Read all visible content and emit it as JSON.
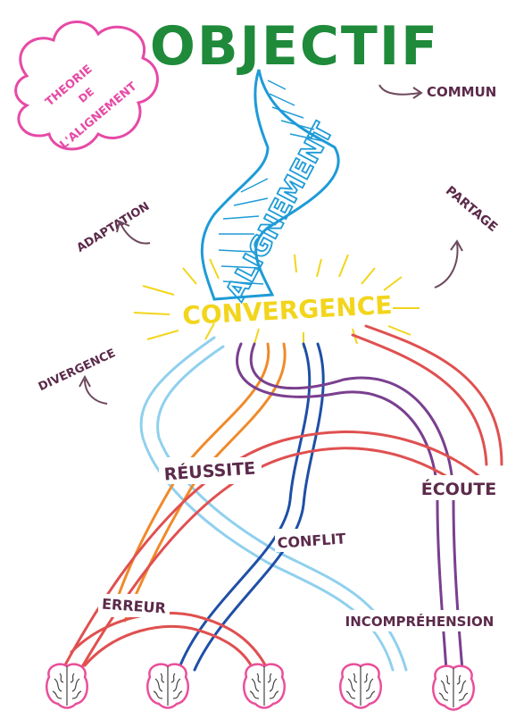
{
  "title": "OBJECTIF",
  "cloud_text": [
    "THEORIE",
    "DE",
    "L'ALIGNEMENT"
  ],
  "spine_text": "ALIGNEMENT",
  "center_text": "CONVERGENCE",
  "labels": {
    "commun": "COMMUN",
    "adaptation": "ADAPTATION",
    "partage": "PARTAGE",
    "divergence": "DIVERGENCE",
    "reussite": "RÉUSSITE",
    "ecoute": "ÉCOUTE",
    "conflit": "CONFLIT",
    "erreur": "ERREUR",
    "incomprehension": "INCOMPRÉHENSION"
  },
  "colors": {
    "title": "#1e8a3a",
    "cloud": "#e64aa6",
    "spine": "#1e9bd7",
    "convergence": "#f2d51c",
    "labels": "#5b2a4a",
    "arrows": "#6e4a5e",
    "red": "#e05050",
    "orange": "#f08a2a",
    "light_blue": "#8fd0ee",
    "dark_blue": "#1f4fa6",
    "purple": "#7a3f8f",
    "pink_outline": "#e8509a",
    "brain": "#444444"
  }
}
